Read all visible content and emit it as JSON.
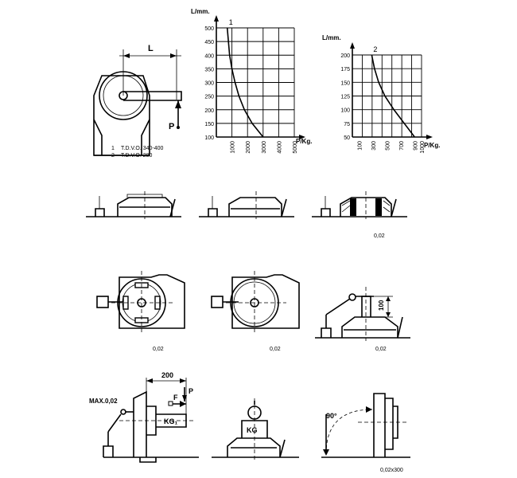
{
  "top_left": {
    "dimension_L": "L",
    "force_P": "P",
    "legend": [
      {
        "num": "1",
        "text": "T.D.V.O. 340-400"
      },
      {
        "num": "2",
        "text": "T.D.V.O. 280"
      }
    ]
  },
  "chart_data": [
    {
      "type": "line",
      "ylabel": "L/mm.",
      "xlabel": "P/Kg.",
      "y_ticks": [
        500,
        450,
        400,
        350,
        300,
        250,
        200,
        150,
        100
      ],
      "x_ticks": [
        1000,
        2000,
        3000,
        4000,
        5000
      ],
      "ylim": [
        100,
        500
      ],
      "xlim": [
        0,
        5000
      ],
      "grid": true,
      "series": [
        {
          "name": "1",
          "x": [
            3000,
            2300,
            1800,
            1450,
            1200,
            1000,
            850,
            700
          ],
          "y": [
            100,
            150,
            200,
            250,
            300,
            350,
            400,
            500
          ]
        }
      ]
    },
    {
      "type": "line",
      "ylabel": "L/mm.",
      "xlabel": "P/Kg.",
      "y_ticks": [
        200,
        175,
        150,
        125,
        100,
        75,
        50
      ],
      "x_ticks": [
        100,
        300,
        500,
        700,
        900,
        1000
      ],
      "ylim": [
        50,
        200
      ],
      "xlim": [
        0,
        1000
      ],
      "grid": true,
      "series": [
        {
          "name": "2",
          "x": [
            900,
            750,
            600,
            470,
            380,
            320,
            280
          ],
          "y": [
            50,
            75,
            100,
            125,
            150,
            175,
            200
          ]
        }
      ]
    }
  ],
  "row2": {
    "tolerance": "0,02"
  },
  "row3": {
    "tolerance_left": "0,02",
    "tolerance_mid": "0,02",
    "tolerance_right": "0,02",
    "dim": "100"
  },
  "row4": {
    "dim_200": "200",
    "max_label": "MAX.0,02",
    "F": "F",
    "P": "P",
    "kg1": "KG₁",
    "kg": "KG",
    "angle": "90°",
    "tolerance": "0,02x300"
  }
}
